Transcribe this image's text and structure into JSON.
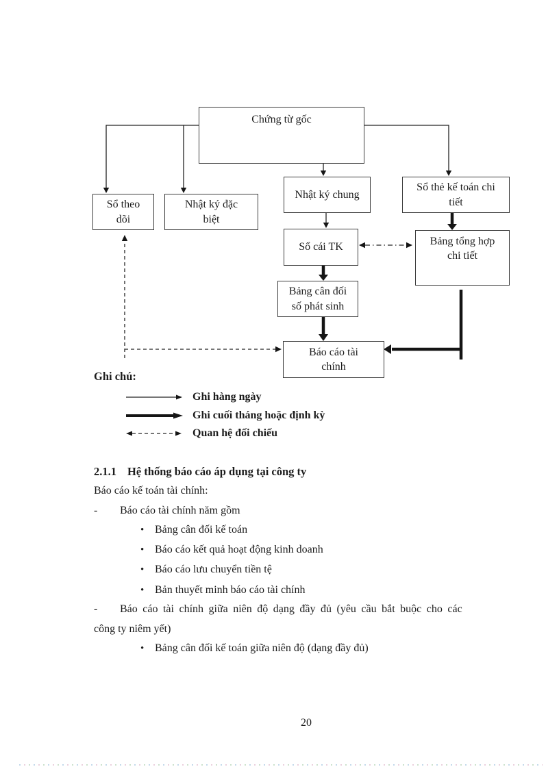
{
  "page": {
    "number": "20"
  },
  "diagram": {
    "boxes": {
      "chung_tu_goc": [
        "Chứng từ gốc"
      ],
      "so_theo_doi": [
        "Sổ theo",
        "dõi"
      ],
      "nhat_ky_dac_biet": [
        "Nhật ký đặc",
        "biệt"
      ],
      "nhat_ky_chung": [
        "Nhật ký chung"
      ],
      "so_the_ke_toan_chi_tiet": [
        "Sổ thẻ kế toán chi",
        "tiết"
      ],
      "so_cai_tk": [
        "Sổ cái TK"
      ],
      "bang_tong_hop_chi_tiet": [
        "Bảng tổng hợp",
        "chi tiết"
      ],
      "bang_can_doi_so_phat_sinh": [
        "Bảng cân đối",
        "số phát sinh"
      ],
      "bao_cao_tai_chinh": [
        "Báo cáo tài",
        "chính"
      ]
    },
    "legend": {
      "title": "Ghi chú:",
      "items": [
        {
          "label": "Ghi hàng ngày",
          "arrow": "thin-arrow"
        },
        {
          "label": "Ghi cuối tháng hoặc định kỳ",
          "arrow": "thick-arrow"
        },
        {
          "label": "Quan hệ đối chiếu",
          "arrow": "dashed-double-arrow"
        }
      ]
    }
  },
  "content": {
    "heading": {
      "number": "2.1.1",
      "text": "Hệ thống báo cáo áp dụng tại công ty"
    },
    "intro": "Báo cáo kế toán tài chính:",
    "dash_glyph": "-",
    "bullet_glyph": "•",
    "dash_items": [
      {
        "line1": "Báo cáo tài chính năm gồm",
        "line2": ""
      },
      {
        "line1": "Báo cáo tài chính giữa niên độ dạng đầy đủ (yêu cầu bắt buộc cho các",
        "line2": "công ty niêm yết)"
      }
    ],
    "bullets_annual": [
      "Bảng cân đối kế toán",
      "Báo cáo kết quả hoạt động kinh doanh",
      "Báo cáo lưu chuyển tiền tệ",
      "Bản thuyết minh báo cáo tài chính"
    ],
    "bullets_interim": [
      "Bảng cân đối kế toán giữa niên độ (dạng đầy đủ)"
    ]
  },
  "colors": {
    "ink": "#1c1c1c",
    "box_border": "#3a3a3a",
    "page_bg": "#ffffff"
  }
}
